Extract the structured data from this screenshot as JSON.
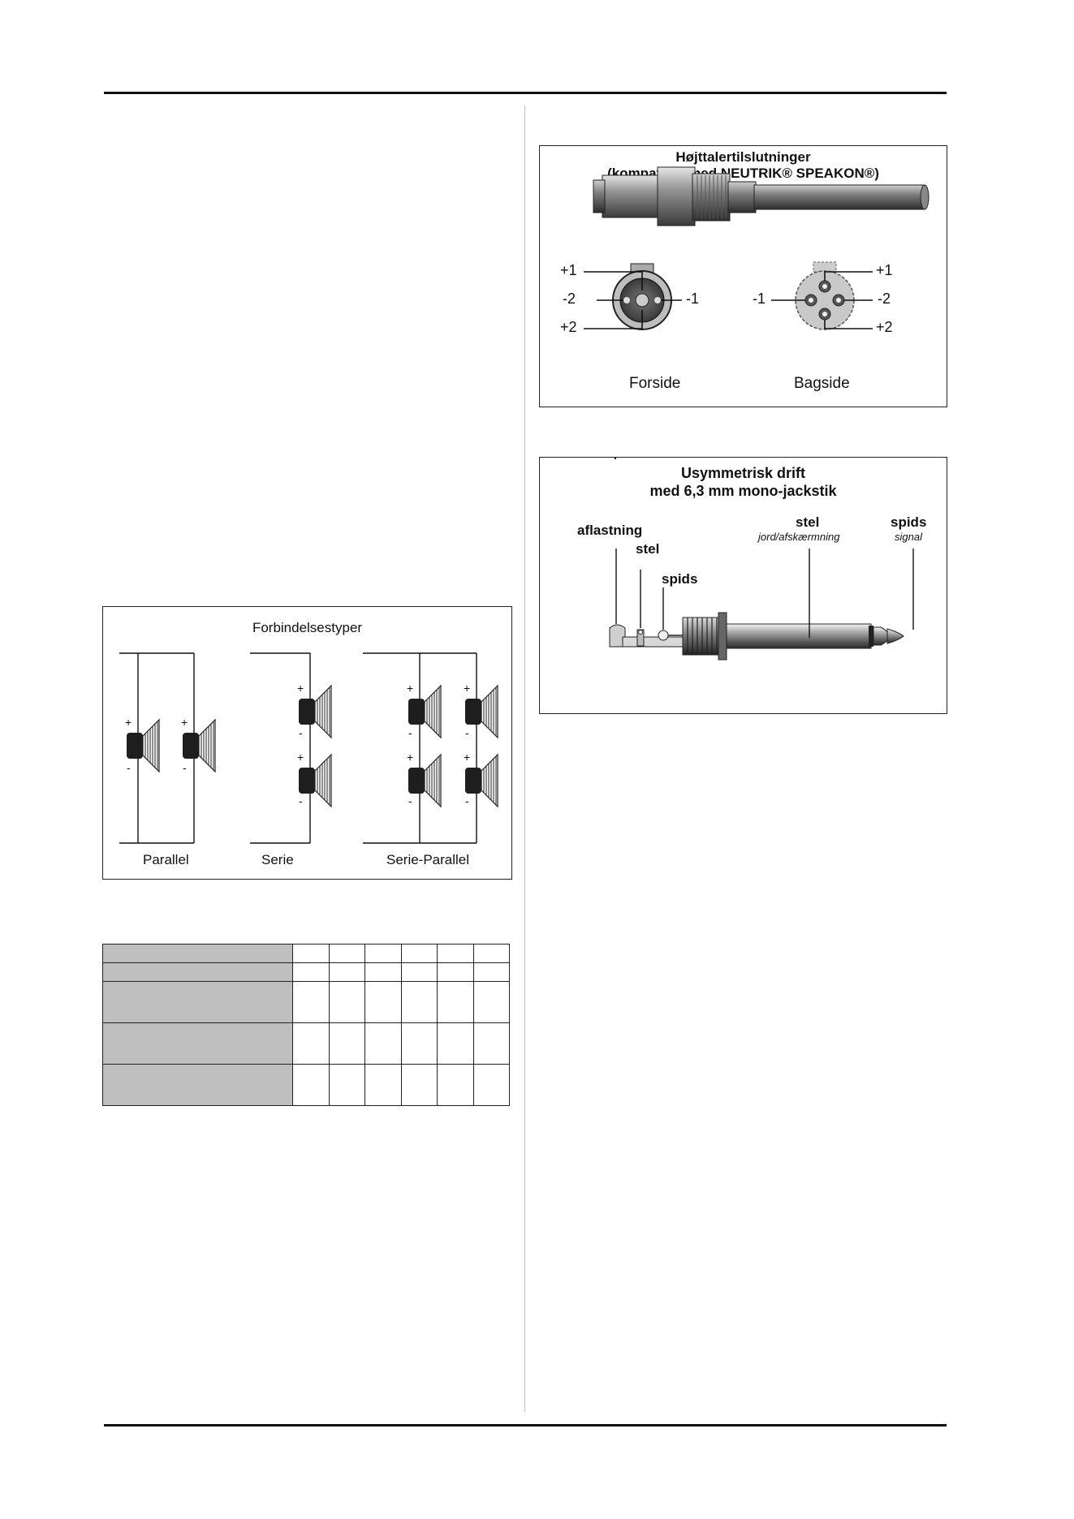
{
  "speakon": {
    "title_line1": "Højttalertilslutninger",
    "title_line2": "(kompatibel med NEUTRIK® SPEAKON®)",
    "front": {
      "label": "Forside",
      "p1": "+1",
      "m2": "-2",
      "p2": "+2",
      "m1": "-1"
    },
    "back": {
      "label": "Bagside",
      "p1": "+1",
      "m2": "-2",
      "p2": "+2",
      "m1": "-1"
    }
  },
  "jack": {
    "title_line1": "Usymmetrisk drift",
    "title_line2": "med 6,3 mm mono-jackstik",
    "labels": {
      "aflastning": "aflastning",
      "stel_left": "stel",
      "spids_left": "spids",
      "stel_right": "stel",
      "stel_right_sub": "jord/afskærmning",
      "spids_right": "spids",
      "spids_right_sub": "signal"
    }
  },
  "connections": {
    "title": "Forbindelsestyper",
    "plus": "+",
    "minus": "-",
    "types": [
      "Parallel",
      "Serie",
      "Serie-Parallel"
    ]
  },
  "table": {
    "rows": [
      [
        "",
        "",
        "",
        "",
        "",
        "",
        ""
      ],
      [
        "",
        "",
        "",
        "",
        "",
        "",
        ""
      ],
      [
        "",
        "",
        "",
        "",
        "",
        "",
        ""
      ],
      [
        "",
        "",
        "",
        "",
        "",
        "",
        ""
      ],
      [
        "",
        "",
        "",
        "",
        "",
        "",
        ""
      ]
    ]
  }
}
